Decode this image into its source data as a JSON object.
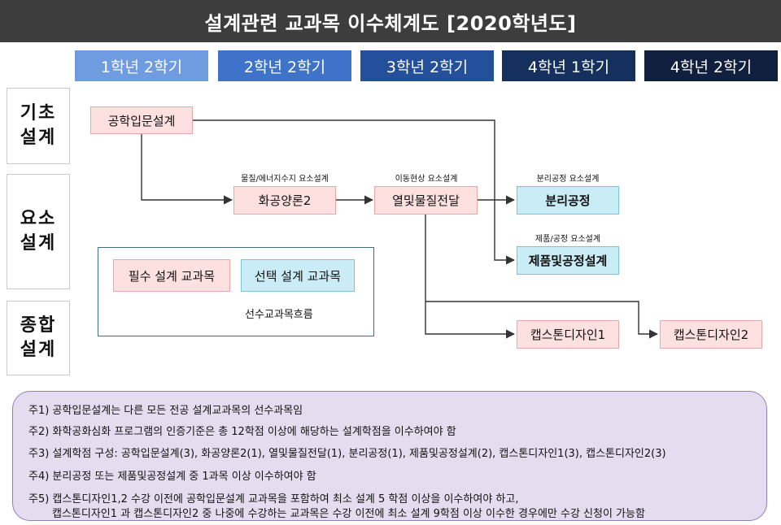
{
  "title": "설계관련 교과목 이수체계도 [2020학년도]",
  "semesters": [
    {
      "label": "1학년 2학기",
      "color": "#6f9be0"
    },
    {
      "label": "2학년 2학기",
      "color": "#3f73c9"
    },
    {
      "label": "3학년 2학기",
      "color": "#244f9b"
    },
    {
      "label": "4학년 1학기",
      "color": "#15305c"
    },
    {
      "label": "4학년 2학기",
      "color": "#0f1f3d"
    }
  ],
  "rows": [
    {
      "line1": "기초",
      "line2": "설계"
    },
    {
      "line1": "요소",
      "line2": "설계"
    },
    {
      "line1": "종합",
      "line2": "설계"
    }
  ],
  "courses": {
    "intro": "공학입문설계",
    "chem": "화공양론2",
    "heat": "열및물질전달",
    "sep": "분리공정",
    "product": "제품및공정설계",
    "cap1": "캡스톤디자인1",
    "cap2": "캡스톤디자인2"
  },
  "captions": {
    "chem": "물질/에너지수지 요소설계",
    "heat": "이동현상 요소설계",
    "sep": "분리공정 요소설계",
    "product": "제품/공정 요소설계"
  },
  "legend": {
    "required": "필수 설계 교과목",
    "elective": "선택 설계 교과목",
    "flow": "선수교과목흐름"
  },
  "notes": [
    "주1) 공학입문설계는 다른 모든 전공 설계교과목의 선수과목임",
    "주2) 화학공화심화 프로그램의 인증기준은 총 12학점 이상에 해당하는 설계학점을 이수하여야 함",
    "주3) 설계학점 구성: 공학입문설계(3), 화공양론2(1), 열및물질전달(1), 분리공정(1), 제품및공정설계(2), 캡스톤디자인1(3), 캡스톤디자인2(3)",
    "주4) 분리공정 또는 제품및공정설계 중 1과목 이상 이수하여야 함",
    "주5) 캡스톤디자인1,2 수강 이전에 공학입문설계 교과목을 포함하여 최소 설계 5 학점 이상을 이수하여야 하고,",
    "캡스톤디자인1 과  캡스톤디자인2 중 나중에 수강하는 교과목은 수강 이전에  최소 설계 9학점 이상 이수한 경우에만 수강 신청이 가능함"
  ]
}
